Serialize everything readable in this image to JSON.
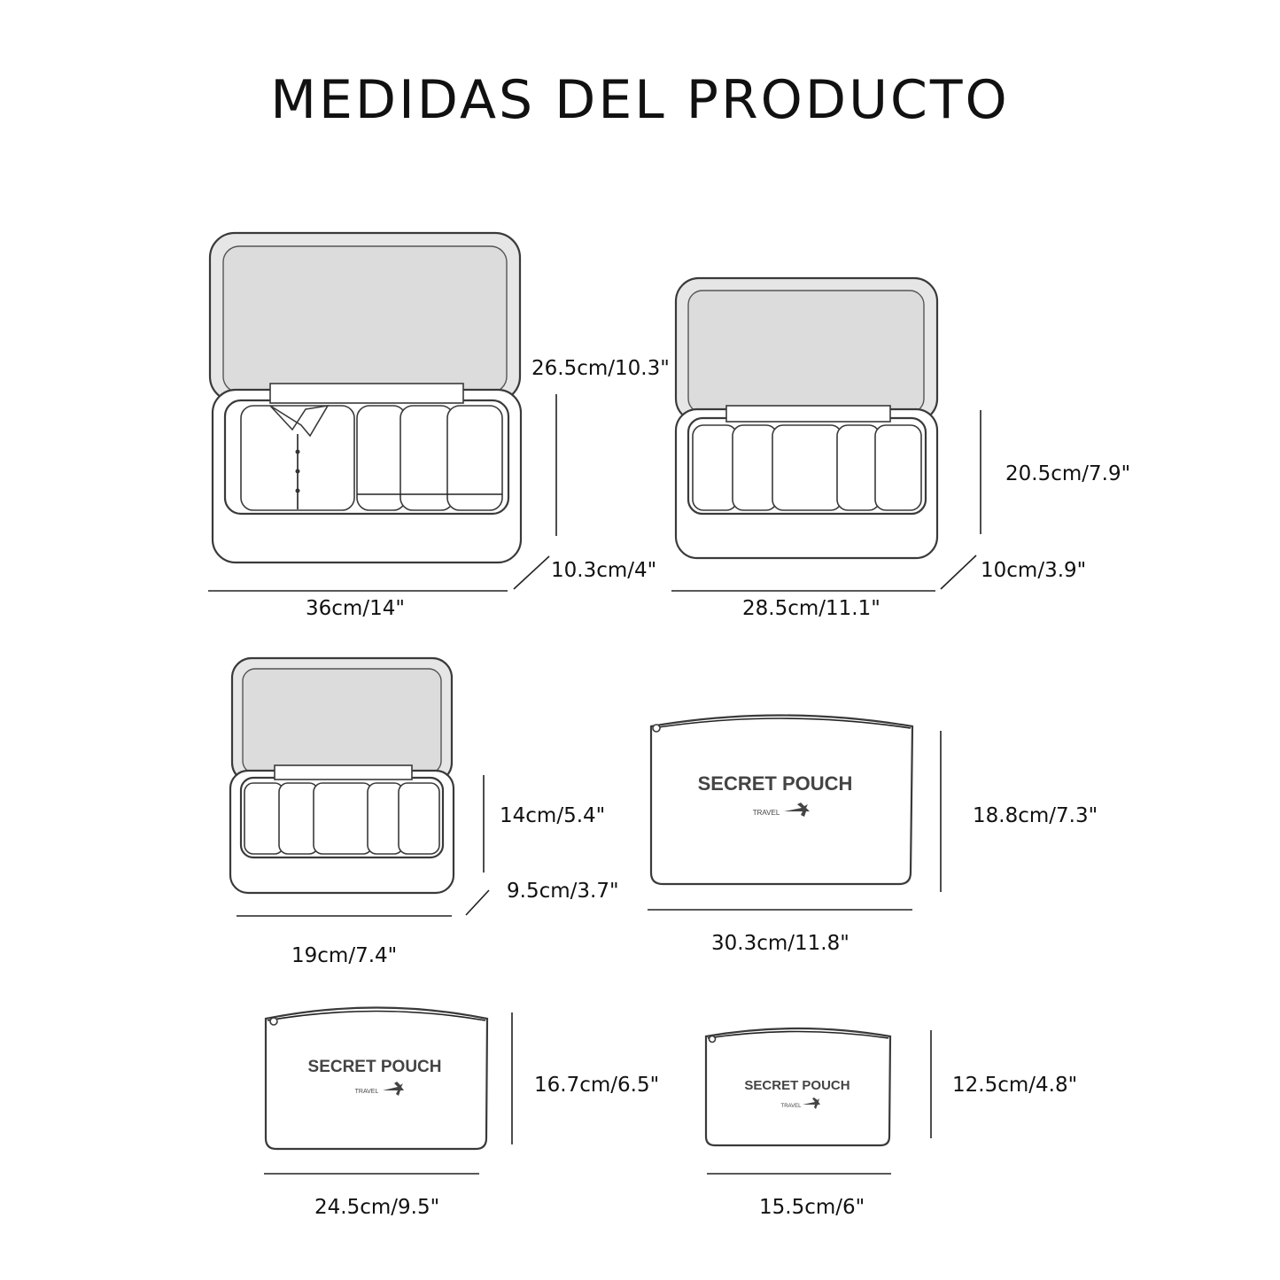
{
  "title": "MEDIDAS DEL PRODUCTO",
  "products": [
    {
      "kind": "box",
      "width": "36cm/14\"",
      "height": "26.5cm/10.3\"",
      "depth": "10.3cm/4\""
    },
    {
      "kind": "box",
      "width": "28.5cm/11.1\"",
      "height": "20.5cm/7.9\"",
      "depth": "10cm/3.9\""
    },
    {
      "kind": "box",
      "width": "19cm/7.4\"",
      "height": "14cm/5.4\"",
      "depth": "9.5cm/3.7\""
    },
    {
      "kind": "pouch",
      "width": "30.3cm/11.8\"",
      "height": "18.8cm/7.3\"",
      "brand": "SECRET POUCH",
      "sub": "TRAVEL"
    },
    {
      "kind": "pouch",
      "width": "24.5cm/9.5\"",
      "height": "16.7cm/6.5\"",
      "brand": "SECRET POUCH",
      "sub": "TRAVEL"
    },
    {
      "kind": "pouch",
      "width": "15.5cm/6\"",
      "height": "12.5cm/4.8\"",
      "brand": "SECRET POUCH",
      "sub": "TRAVEL"
    }
  ],
  "colors": {
    "background": "#ffffff",
    "line": "#3a3a3a",
    "lid": "#e6e6e6"
  },
  "icons": [
    "plane-icon"
  ]
}
